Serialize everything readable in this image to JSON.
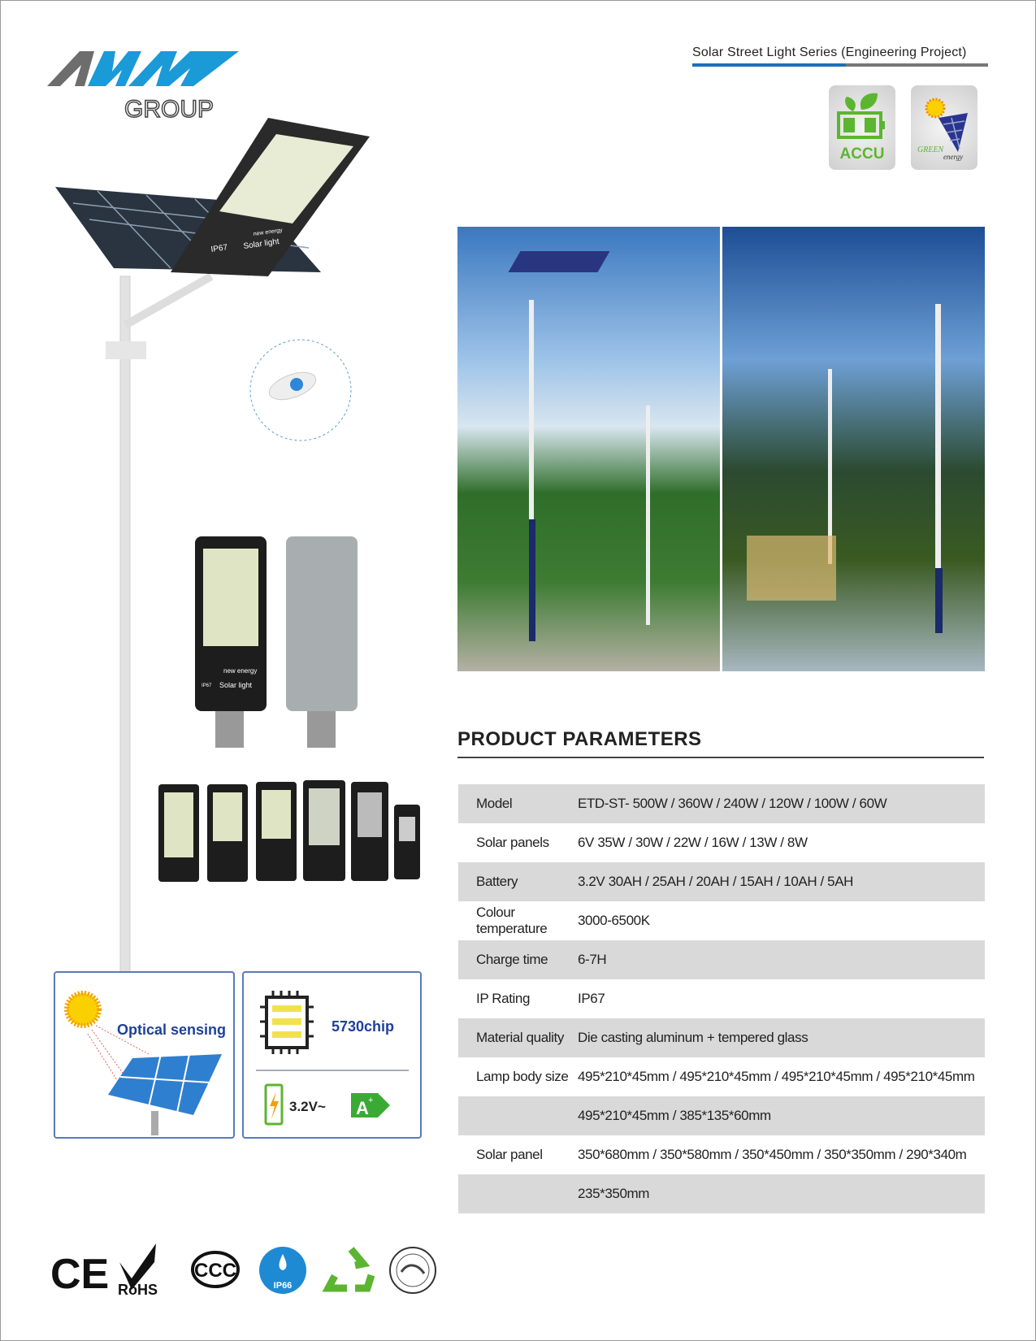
{
  "brand": {
    "logo_text": "AMW",
    "logo_sub": "GROUP"
  },
  "header": {
    "series_title": "Solar Street Light Series (Engineering Project)"
  },
  "badges": [
    {
      "label": "ACCU",
      "icon": "battery-leaf-icon"
    },
    {
      "label": "GREEN",
      "sublabel": "energy",
      "icon": "sun-solar-panel-icon"
    }
  ],
  "product_labels": {
    "ip": "IP67",
    "tag1": "new energy",
    "tag2": "Solar light"
  },
  "parameters": {
    "title": "PRODUCT PARAMETERS",
    "rows": [
      {
        "label": "Model",
        "value": "ETD-ST- 500W / 360W / 240W / 120W / 100W / 60W"
      },
      {
        "label": "Solar panels",
        "value": "6V 35W / 30W / 22W / 16W / 13W / 8W"
      },
      {
        "label": "Battery",
        "value": "3.2V 30AH / 25AH / 20AH / 15AH / 10AH / 5AH"
      },
      {
        "label": "Colour temperature",
        "value": "3000-6500K"
      },
      {
        "label": "Charge time",
        "value": "6-7H"
      },
      {
        "label": "IP Rating",
        "value": "IP67"
      },
      {
        "label": "Material quality",
        "value": "Die casting aluminum + tempered glass"
      },
      {
        "label": "Lamp body size",
        "value": "495*210*45mm / 495*210*45mm / 495*210*45mm / 495*210*45mm"
      },
      {
        "label": "",
        "value": "495*210*45mm / 385*135*60mm"
      },
      {
        "label": "Solar panel",
        "value": "350*680mm / 350*580mm / 350*450mm / 350*350mm / 290*340m"
      },
      {
        "label": "",
        "value": "235*350mm"
      }
    ]
  },
  "features": {
    "optical": "Optical sensing",
    "chip": "5730chip",
    "voltage": "3.2V~",
    "energy_class": "A",
    "energy_sup": "+"
  },
  "certifications": {
    "ce": "CE",
    "rohs": "RoHS",
    "ccc": "CCC",
    "ip": "IP66",
    "recycle": "recycle-icon",
    "seal": "seal-icon"
  },
  "colors": {
    "accent_blue": "#1b6fbb",
    "feature_blue": "#1f3f9a",
    "green": "#55b030"
  }
}
